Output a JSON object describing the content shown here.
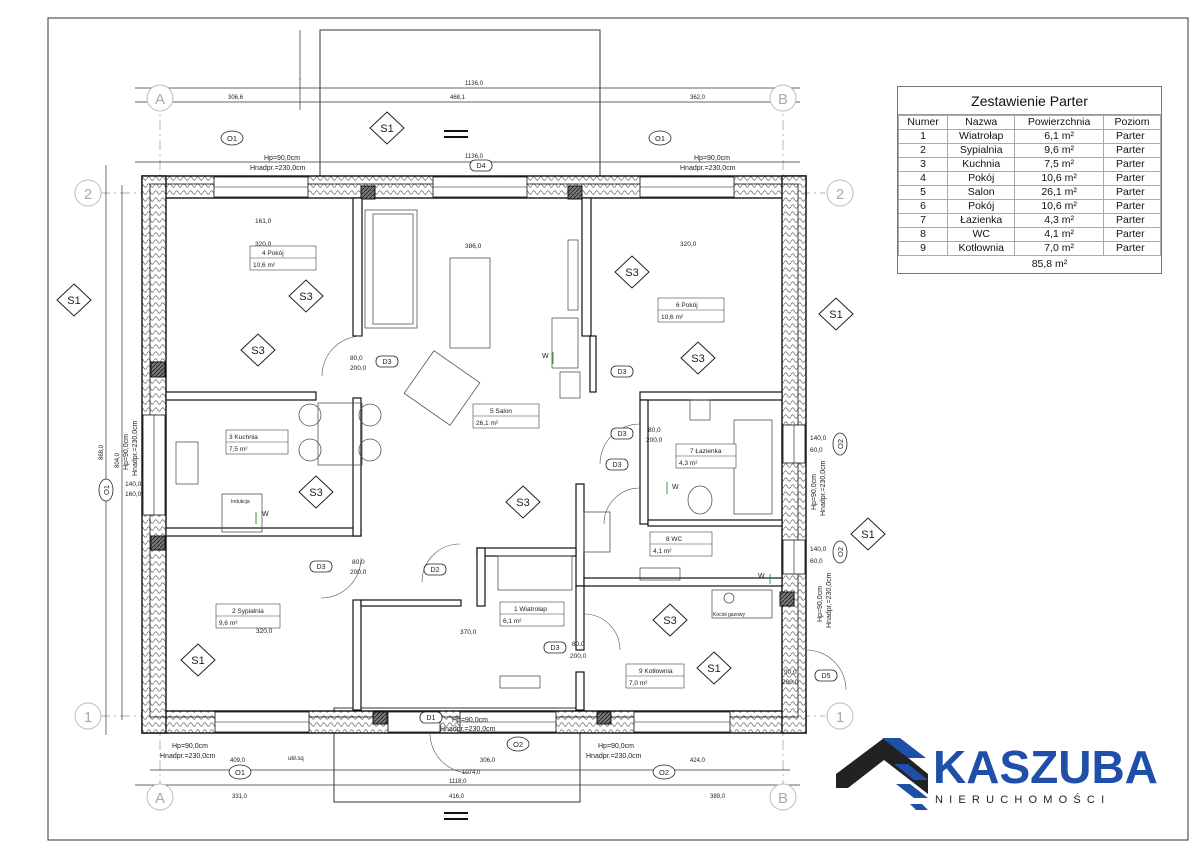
{
  "table": {
    "title": "Zestawienie Parter",
    "headers": [
      "Numer",
      "Nazwa",
      "Powierzchnia",
      "Poziom"
    ],
    "rows": [
      [
        "1",
        "Wiatrołap",
        "6,1 m²",
        "Parter"
      ],
      [
        "2",
        "Sypialnia",
        "9,6 m²",
        "Parter"
      ],
      [
        "3",
        "Kuchnia",
        "7,5 m²",
        "Parter"
      ],
      [
        "4",
        "Pokój",
        "10,6 m²",
        "Parter"
      ],
      [
        "5",
        "Salon",
        "26,1 m²",
        "Parter"
      ],
      [
        "6",
        "Pokój",
        "10,6 m²",
        "Parter"
      ],
      [
        "7",
        "Łazienka",
        "4,3 m²",
        "Parter"
      ],
      [
        "8",
        "WC",
        "4,1 m²",
        "Parter"
      ],
      [
        "9",
        "Kotłownia",
        "7,0 m²",
        "Parter"
      ]
    ],
    "total": "85,8 m²"
  },
  "brand": {
    "name": "KASZUBA",
    "tagline": "NIERUCHOMOŚCI",
    "color": "#1f4fa8"
  },
  "grid": {
    "a": "A",
    "b": "B",
    "n1": "1",
    "n2": "2"
  },
  "rooms": {
    "pokoj4": {
      "label": "4 Pokój",
      "area": "10,6 m²"
    },
    "pokoj6": {
      "label": "6 Pokój",
      "area": "10,6 m²"
    },
    "kuchnia": {
      "label": "3 Kuchnia",
      "area": "7,5 m²"
    },
    "salon": {
      "label": "5 Salon",
      "area": "26,1 m²"
    },
    "lazienka": {
      "label": "7 Łazienka",
      "area": "4,3 m²"
    },
    "wc": {
      "label": "8 WC",
      "area": "4,1 m²"
    },
    "sypialnia": {
      "label": "2 Sypialnia",
      "area": "9,6 m²"
    },
    "wiatrolap": {
      "label": "1 Wiatrołap",
      "area": "6,1 m²"
    },
    "kotlownia": {
      "label": "9 Kotłownia",
      "area": "7,0 m²"
    }
  },
  "tags": {
    "s1": "S1",
    "s3": "S3",
    "o1": "O1",
    "o2": "O2",
    "d1": "D1",
    "d2": "D2",
    "d3": "D3",
    "d4": "D4",
    "d5": "D5",
    "w": "W"
  },
  "window_notes": {
    "hp": "Hp=90,0cm",
    "hnad": "Hnadpr.=230,0cm"
  },
  "dims": {
    "total_width": "1136,0",
    "inner_width": "1136,0",
    "top_a": "306,6",
    "top_mid": "468,1",
    "top_b": "362,0",
    "bottom_a": "331,0",
    "bottom_mid": "416,0",
    "bottom_b": "389,0",
    "bottom_inner": "1074,0",
    "bottom_e": "409,0",
    "bottom_f": "424,0",
    "bottom_g": "306,0",
    "bottom_mid2": "1118,0",
    "left_total": "868,0",
    "left_inner": "804,0",
    "d_80": "80,0",
    "d_200": "200,0",
    "d_90": "90,0",
    "w_140": "140,0",
    "w_60": "60,0",
    "w_160": "160,0",
    "r_161": "161,0",
    "r_320": "320,0",
    "r_386": "386,0",
    "r_370": "370,0",
    "sep_ukl": "ukł.sq",
    "boiler": "Kocioł gazowy",
    "induction": "Indukcja"
  }
}
